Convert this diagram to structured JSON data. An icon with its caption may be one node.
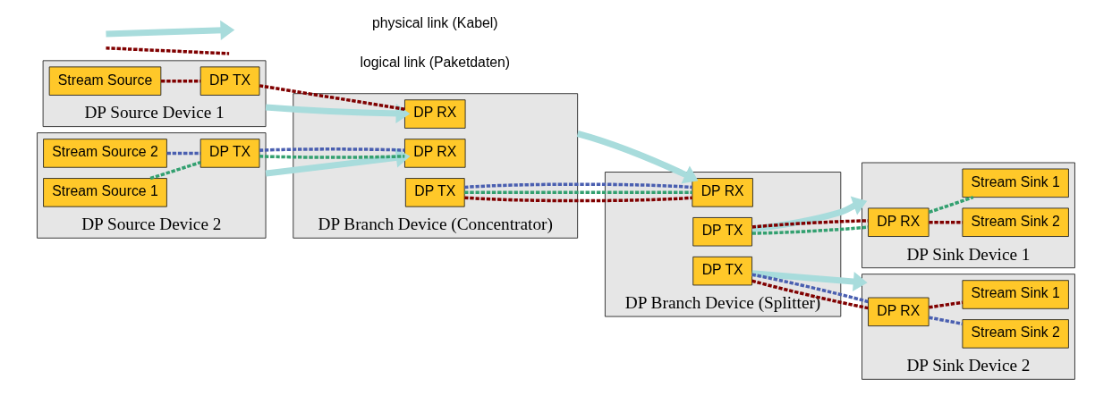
{
  "diagram": {
    "nodes": [
      {
        "text": [
          "DP Source Device 1"
        ]
      },
      {
        "text": [
          "Stream Source"
        ],
        "in": 0
      },
      {
        "text": [
          "DP TX"
        ],
        "in": 0
      },
      {
        "text": [
          "DP Source Device 2"
        ]
      },
      {
        "text": [
          "Stream Source 1"
        ],
        "in": 3
      },
      {
        "text": [
          "Stream Source 2"
        ],
        "in": 3
      },
      {
        "text": [
          "DP TX"
        ],
        "in": 3
      },
      {
        "text": [
          "DP Branch Device (Concentrator)"
        ]
      },
      {
        "text": [
          "DP RX"
        ],
        "in": 7
      },
      {
        "text": [
          "DP RX"
        ],
        "in": 7
      },
      {
        "text": [
          "DP TX"
        ],
        "in": 7
      },
      {
        "text": [
          "DP Branch Device (Splitter)"
        ]
      },
      {
        "text": [
          "DP RX"
        ],
        "in": 11
      },
      {
        "text": [
          "DP TX"
        ],
        "in": 11
      },
      {
        "text": [
          "DP TX"
        ],
        "in": 11
      },
      {
        "text": [
          "DP Sink Device 1"
        ]
      },
      {
        "text": [
          "Stream Sink 1"
        ],
        "in": 15
      },
      {
        "text": [
          "DP RX"
        ],
        "in": 15
      },
      {
        "text": [
          "Stream Sink 2"
        ],
        "in": 15
      },
      {
        "text": [
          "DP Sink Device 2"
        ]
      },
      {
        "text": [
          "Stream Sink 1"
        ],
        "in": 19
      },
      {
        "text": [
          "DP RX"
        ],
        "in": 19
      },
      {
        "text": [
          "Stream Sink 2"
        ],
        "in": 19
      }
    ],
    "edges": [
      {
        "from": 1,
        "to": 2,
        "arrow": "none",
        "style": "dashed",
        "color": "#800000"
      },
      {
        "from": 2,
        "to": 8,
        "arrow": "none",
        "style": "dashed",
        "color": "#800000"
      },
      {
        "from": 0,
        "to": 8,
        "arrow": "to",
        "style": "thick",
        "color": "#a8dcdc"
      },
      {
        "from": 4,
        "to": 6,
        "arrow": "none",
        "style": "dashed",
        "color": "#33a070"
      },
      {
        "from": 5,
        "to": 6,
        "arrow": "none",
        "style": "dashed",
        "color": "#4a5fb0"
      },
      {
        "from": 3,
        "to": 9,
        "arrow": "to",
        "style": "thick",
        "color": "#a8dcdc"
      },
      {
        "from": 6,
        "to": 9,
        "arrow": "none",
        "style": "dashed",
        "color": "#33a070"
      },
      {
        "from": 6,
        "to": 9,
        "arrow": "none",
        "style": "dashed",
        "color": "#4a5fb0"
      },
      {
        "from": 7,
        "to": 12,
        "arrow": "to",
        "style": "thick",
        "color": "#a8dcdc"
      },
      {
        "from": 10,
        "to": 12,
        "arrow": "none",
        "style": "dashed",
        "color": "#800000"
      },
      {
        "from": 10,
        "to": 12,
        "arrow": "none",
        "style": "dashed",
        "color": "#33a070"
      },
      {
        "from": 10,
        "to": 12,
        "arrow": "none",
        "style": "dashed",
        "color": "#4a5fb0"
      },
      {
        "from": 13,
        "to": 17,
        "arrow": "none",
        "style": "dashed",
        "color": "#33a070"
      },
      {
        "from": 13,
        "to": 17,
        "arrow": "none",
        "style": "dashed",
        "color": "#800000"
      },
      {
        "from": 13,
        "to": 15,
        "arrow": "to",
        "style": "thick",
        "color": "#a8dcdc"
      },
      {
        "from": 17,
        "to": 16,
        "arrow": "none",
        "style": "dashed",
        "color": "#33a070"
      },
      {
        "from": 17,
        "to": 18,
        "arrow": "none",
        "style": "dashed",
        "color": "#800000"
      },
      {
        "from": 14,
        "to": 19,
        "arrow": "to",
        "style": "thick",
        "color": "#a8dcdc"
      },
      {
        "from": 14,
        "to": 21,
        "arrow": "none",
        "style": "dashed",
        "color": "#800000"
      },
      {
        "from": 14,
        "to": 21,
        "arrow": "none",
        "style": "dashed",
        "color": "#4a5fb0"
      },
      {
        "from": 21,
        "to": 20,
        "arrow": "none",
        "style": "dashed",
        "color": "#800000"
      },
      {
        "from": 21,
        "to": 22,
        "arrow": "none",
        "style": "dashed",
        "color": "#4a5fb0"
      }
    ],
    "legend": [
      {
        "text": "physical link (Kabel)"
      },
      {
        "text": "logical link (Paketdaten)"
      }
    ]
  }
}
